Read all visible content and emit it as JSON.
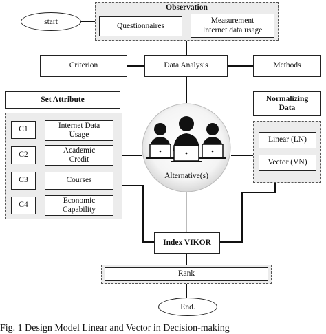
{
  "start": "start",
  "observation": {
    "title": "Observation",
    "questionnaires": "Questionnaires",
    "measurement": [
      "Measurement",
      "Internet data usage"
    ]
  },
  "criterion": "Criterion",
  "data_analysis": "Data Analysis",
  "methods": "Methods",
  "set_attribute": {
    "title": "Set Attribute",
    "items": [
      {
        "code": "C1",
        "name": [
          "Internet Data",
          "Usage"
        ]
      },
      {
        "code": "C2",
        "name": [
          "Academic",
          "Credit"
        ]
      },
      {
        "code": "C3",
        "name": [
          "Courses"
        ]
      },
      {
        "code": "C4",
        "name": [
          "Economic",
          "Capability"
        ]
      }
    ]
  },
  "normalizing": {
    "title": [
      "Normalizing",
      "Data"
    ],
    "items": [
      "Linear (LN)",
      "Vector (VN)"
    ]
  },
  "alternatives": "Alternative(s)",
  "index_vikor": "Index VIKOR",
  "rank": "Rank",
  "end": "End.",
  "caption": "Fig. 1 Design Model Linear and Vector in Decision-making"
}
